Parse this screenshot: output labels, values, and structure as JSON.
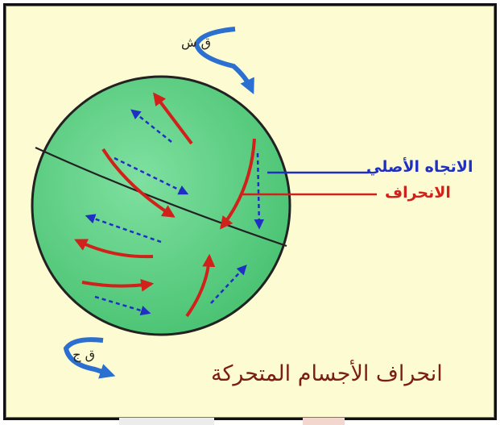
{
  "labels": {
    "original_direction": "الاتجاه الأصلي",
    "deflection": "الانحراف",
    "north_pole": "ق ش",
    "south_pole": "ق ج",
    "caption": "انحراف الأجسام المتحركة"
  },
  "colors": {
    "background": "#fdfbd2",
    "globe": "#5fd38a",
    "original_direction": "#1f2fc4",
    "deflection": "#d0211b",
    "rotation_arrow": "#2b6fd1",
    "caption": "#7a1d12"
  }
}
